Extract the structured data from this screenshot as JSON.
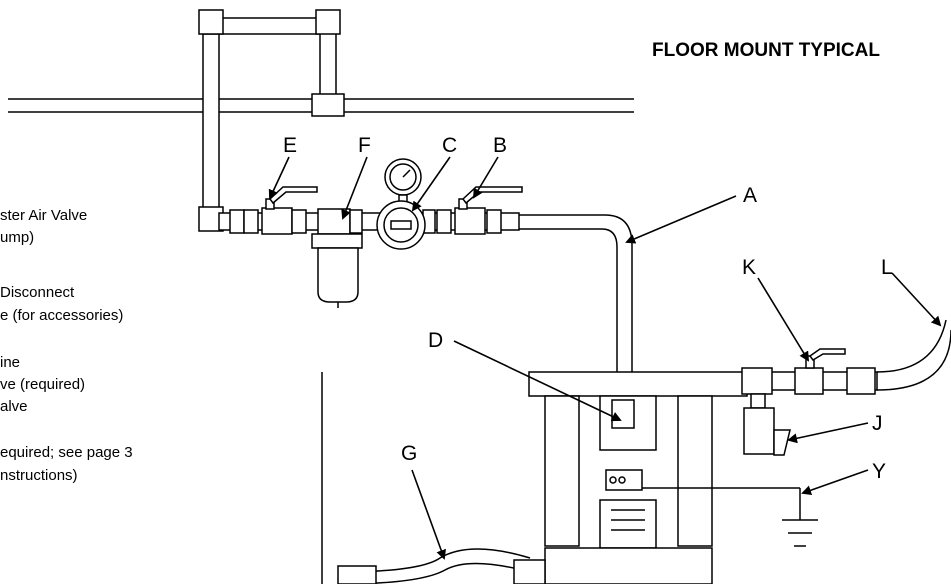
{
  "title": "FLOOR MOUNT TYPICAL",
  "legend_lines": [
    "ster Air Valve",
    "ump)",
    "Disconnect",
    "e (for accessories)",
    "ine",
    "ve (required)",
    "alve",
    "equired; see page 3",
    "nstructions)"
  ],
  "callouts": {
    "A": "A",
    "B": "B",
    "C": "C",
    "D": "D",
    "E": "E",
    "F": "F",
    "G": "G",
    "J": "J",
    "K": "K",
    "L": "L",
    "Y": "Y"
  }
}
